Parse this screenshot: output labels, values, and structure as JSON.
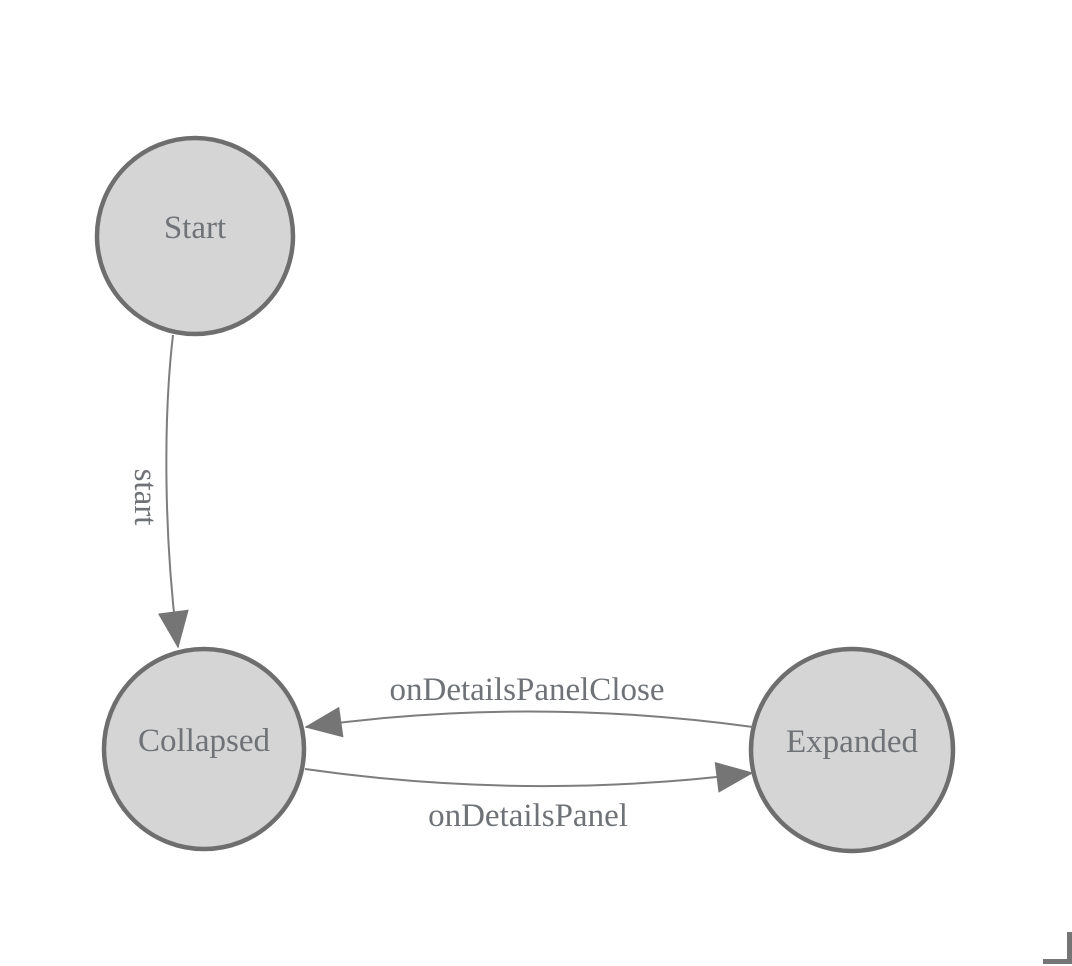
{
  "diagram": {
    "type": "state-machine",
    "nodes": [
      {
        "id": "start",
        "label": "Start"
      },
      {
        "id": "collapsed",
        "label": "Collapsed"
      },
      {
        "id": "expanded",
        "label": "Expanded"
      }
    ],
    "edges": [
      {
        "label": "start",
        "from": "Start",
        "to": "Collapsed"
      },
      {
        "label": "onDetailsPanelClose",
        "from": "Expanded",
        "to": "Collapsed"
      },
      {
        "label": "onDetailsPanel",
        "from": "Collapsed",
        "to": "Expanded"
      }
    ]
  },
  "colors": {
    "background": "#ffffff",
    "node_fill": "#d5d5d5",
    "node_border": "#6e6e6e",
    "edge_line": "#7d7d7d",
    "arrowhead": "#757575",
    "label_text": "#6f7276",
    "corner_handle": "#757575"
  }
}
